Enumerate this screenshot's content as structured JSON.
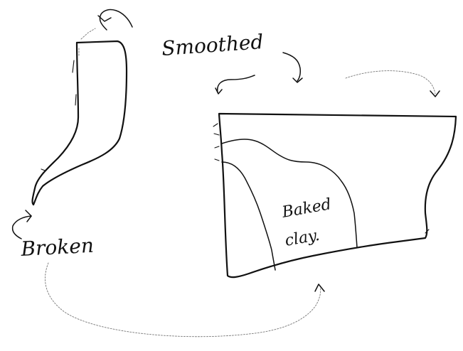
{
  "labels": {
    "top": "Smoothed",
    "left": "Broken",
    "center": "Baked clay."
  },
  "colors": {
    "background": "#ffffff",
    "ink": "#111111",
    "faint_ink": "#777777"
  }
}
